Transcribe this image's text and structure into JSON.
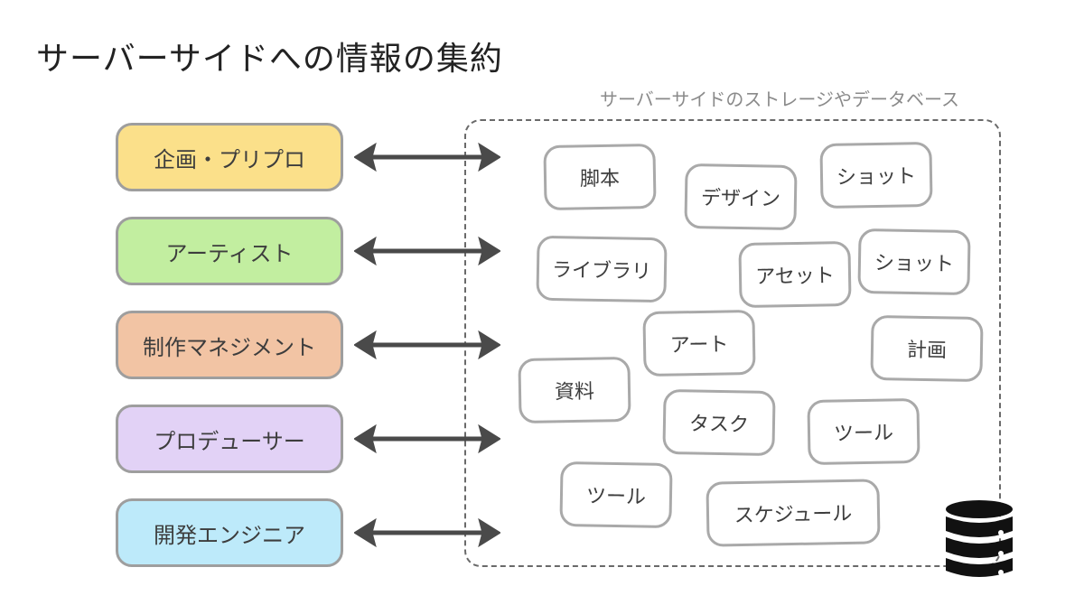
{
  "title": "サーバーサイドへの情報の集約",
  "storage": {
    "caption": "サーバーサイドのストレージやデータベース",
    "items": [
      "脚本",
      "デザイン",
      "ショット",
      "ライブラリ",
      "アセット",
      "ショット",
      "アート",
      "計画",
      "資料",
      "タスク",
      "ツール",
      "ツール",
      "スケジュール"
    ]
  },
  "roles": [
    {
      "label": "企画・プリプロ",
      "color": "#fbe08a"
    },
    {
      "label": "アーティスト",
      "color": "#c2eea0"
    },
    {
      "label": "制作マネジメント",
      "color": "#f2c4a4"
    },
    {
      "label": "プロデューサー",
      "color": "#e2d2f6"
    },
    {
      "label": "開発エンジニア",
      "color": "#bdeafa"
    }
  ],
  "colors": {
    "arrow": "#4a4a4a",
    "database_icon": "#111111"
  },
  "icons": {
    "arrows": "double-headed-arrow",
    "storage": "database-icon"
  }
}
